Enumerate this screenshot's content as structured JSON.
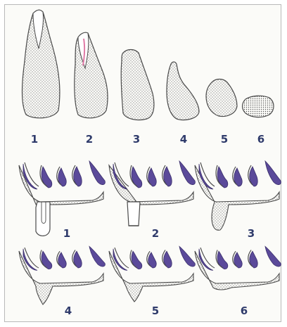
{
  "top_row_labels": [
    "1",
    "2",
    "3",
    "4",
    "5",
    "6"
  ],
  "middle_row_labels": [
    "1",
    "2",
    "3"
  ],
  "bottom_row_labels": [
    "4",
    "5",
    "6"
  ],
  "colors": {
    "outline": "#4a4a4a",
    "root_fill": "#5b4a9a",
    "pulp": "#e07aa6",
    "label": "#2f3b6b",
    "dots": "#6a6a6a"
  }
}
